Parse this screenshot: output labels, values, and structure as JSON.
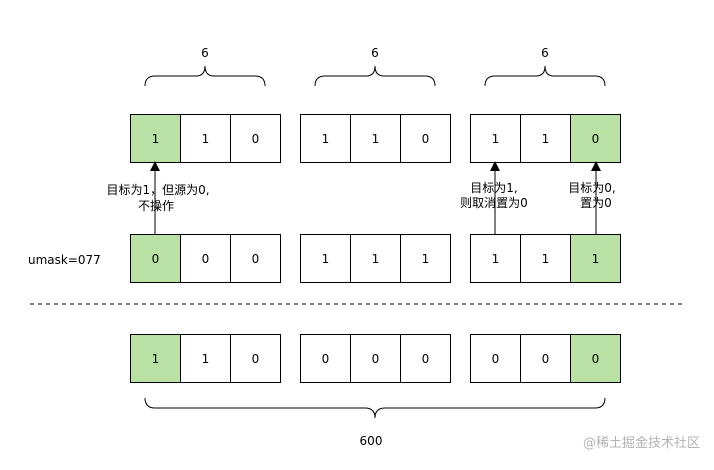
{
  "diagram": {
    "group_size_label": "6",
    "umask_label": "umask=077",
    "total_label": "600",
    "watermark": "@稀土掘金技术社区",
    "highlight_color": "#b9e0a5",
    "cell_border_color": "#000000",
    "rows": [
      {
        "id": "source",
        "groups": [
          [
            "1",
            "1",
            "0"
          ],
          [
            "1",
            "1",
            "0"
          ],
          [
            "1",
            "1",
            "0"
          ]
        ],
        "highlight": [
          [
            true,
            false,
            false
          ],
          [
            false,
            false,
            false
          ],
          [
            false,
            false,
            true
          ]
        ]
      },
      {
        "id": "umask",
        "groups": [
          [
            "0",
            "0",
            "0"
          ],
          [
            "1",
            "1",
            "1"
          ],
          [
            "1",
            "1",
            "1"
          ]
        ],
        "highlight": [
          [
            true,
            false,
            false
          ],
          [
            false,
            false,
            false
          ],
          [
            false,
            false,
            true
          ]
        ]
      },
      {
        "id": "result",
        "groups": [
          [
            "1",
            "1",
            "0"
          ],
          [
            "0",
            "0",
            "0"
          ],
          [
            "0",
            "0",
            "0"
          ]
        ],
        "highlight": [
          [
            true,
            false,
            false
          ],
          [
            false,
            false,
            false
          ],
          [
            false,
            false,
            true
          ]
        ]
      }
    ],
    "annotations": [
      {
        "id": "no-op",
        "lines": [
          "目标为1，但源为0,",
          "不操作"
        ]
      },
      {
        "id": "clear",
        "lines": [
          "目标为1,",
          "则取消置为0"
        ]
      },
      {
        "id": "set-zero",
        "lines": [
          "目标为0,",
          "置为0"
        ]
      }
    ]
  }
}
